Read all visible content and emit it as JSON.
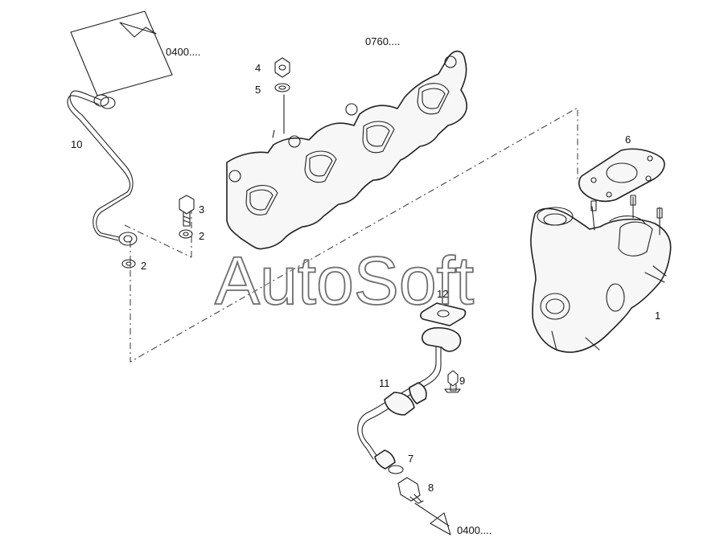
{
  "callouts": {
    "item_1": "1",
    "item_2a": "2",
    "item_2b": "2",
    "item_3": "3",
    "item_4": "4",
    "item_5": "5",
    "item_6": "6",
    "item_7": "7",
    "item_8": "8",
    "item_9": "9",
    "item_10": "10",
    "item_11": "11",
    "item_12": "12"
  },
  "references": {
    "ref_top": "0400....",
    "ref_manifold": "0760....",
    "ref_bottom": "0400...."
  },
  "watermark": {
    "text": "AutoSoft"
  }
}
